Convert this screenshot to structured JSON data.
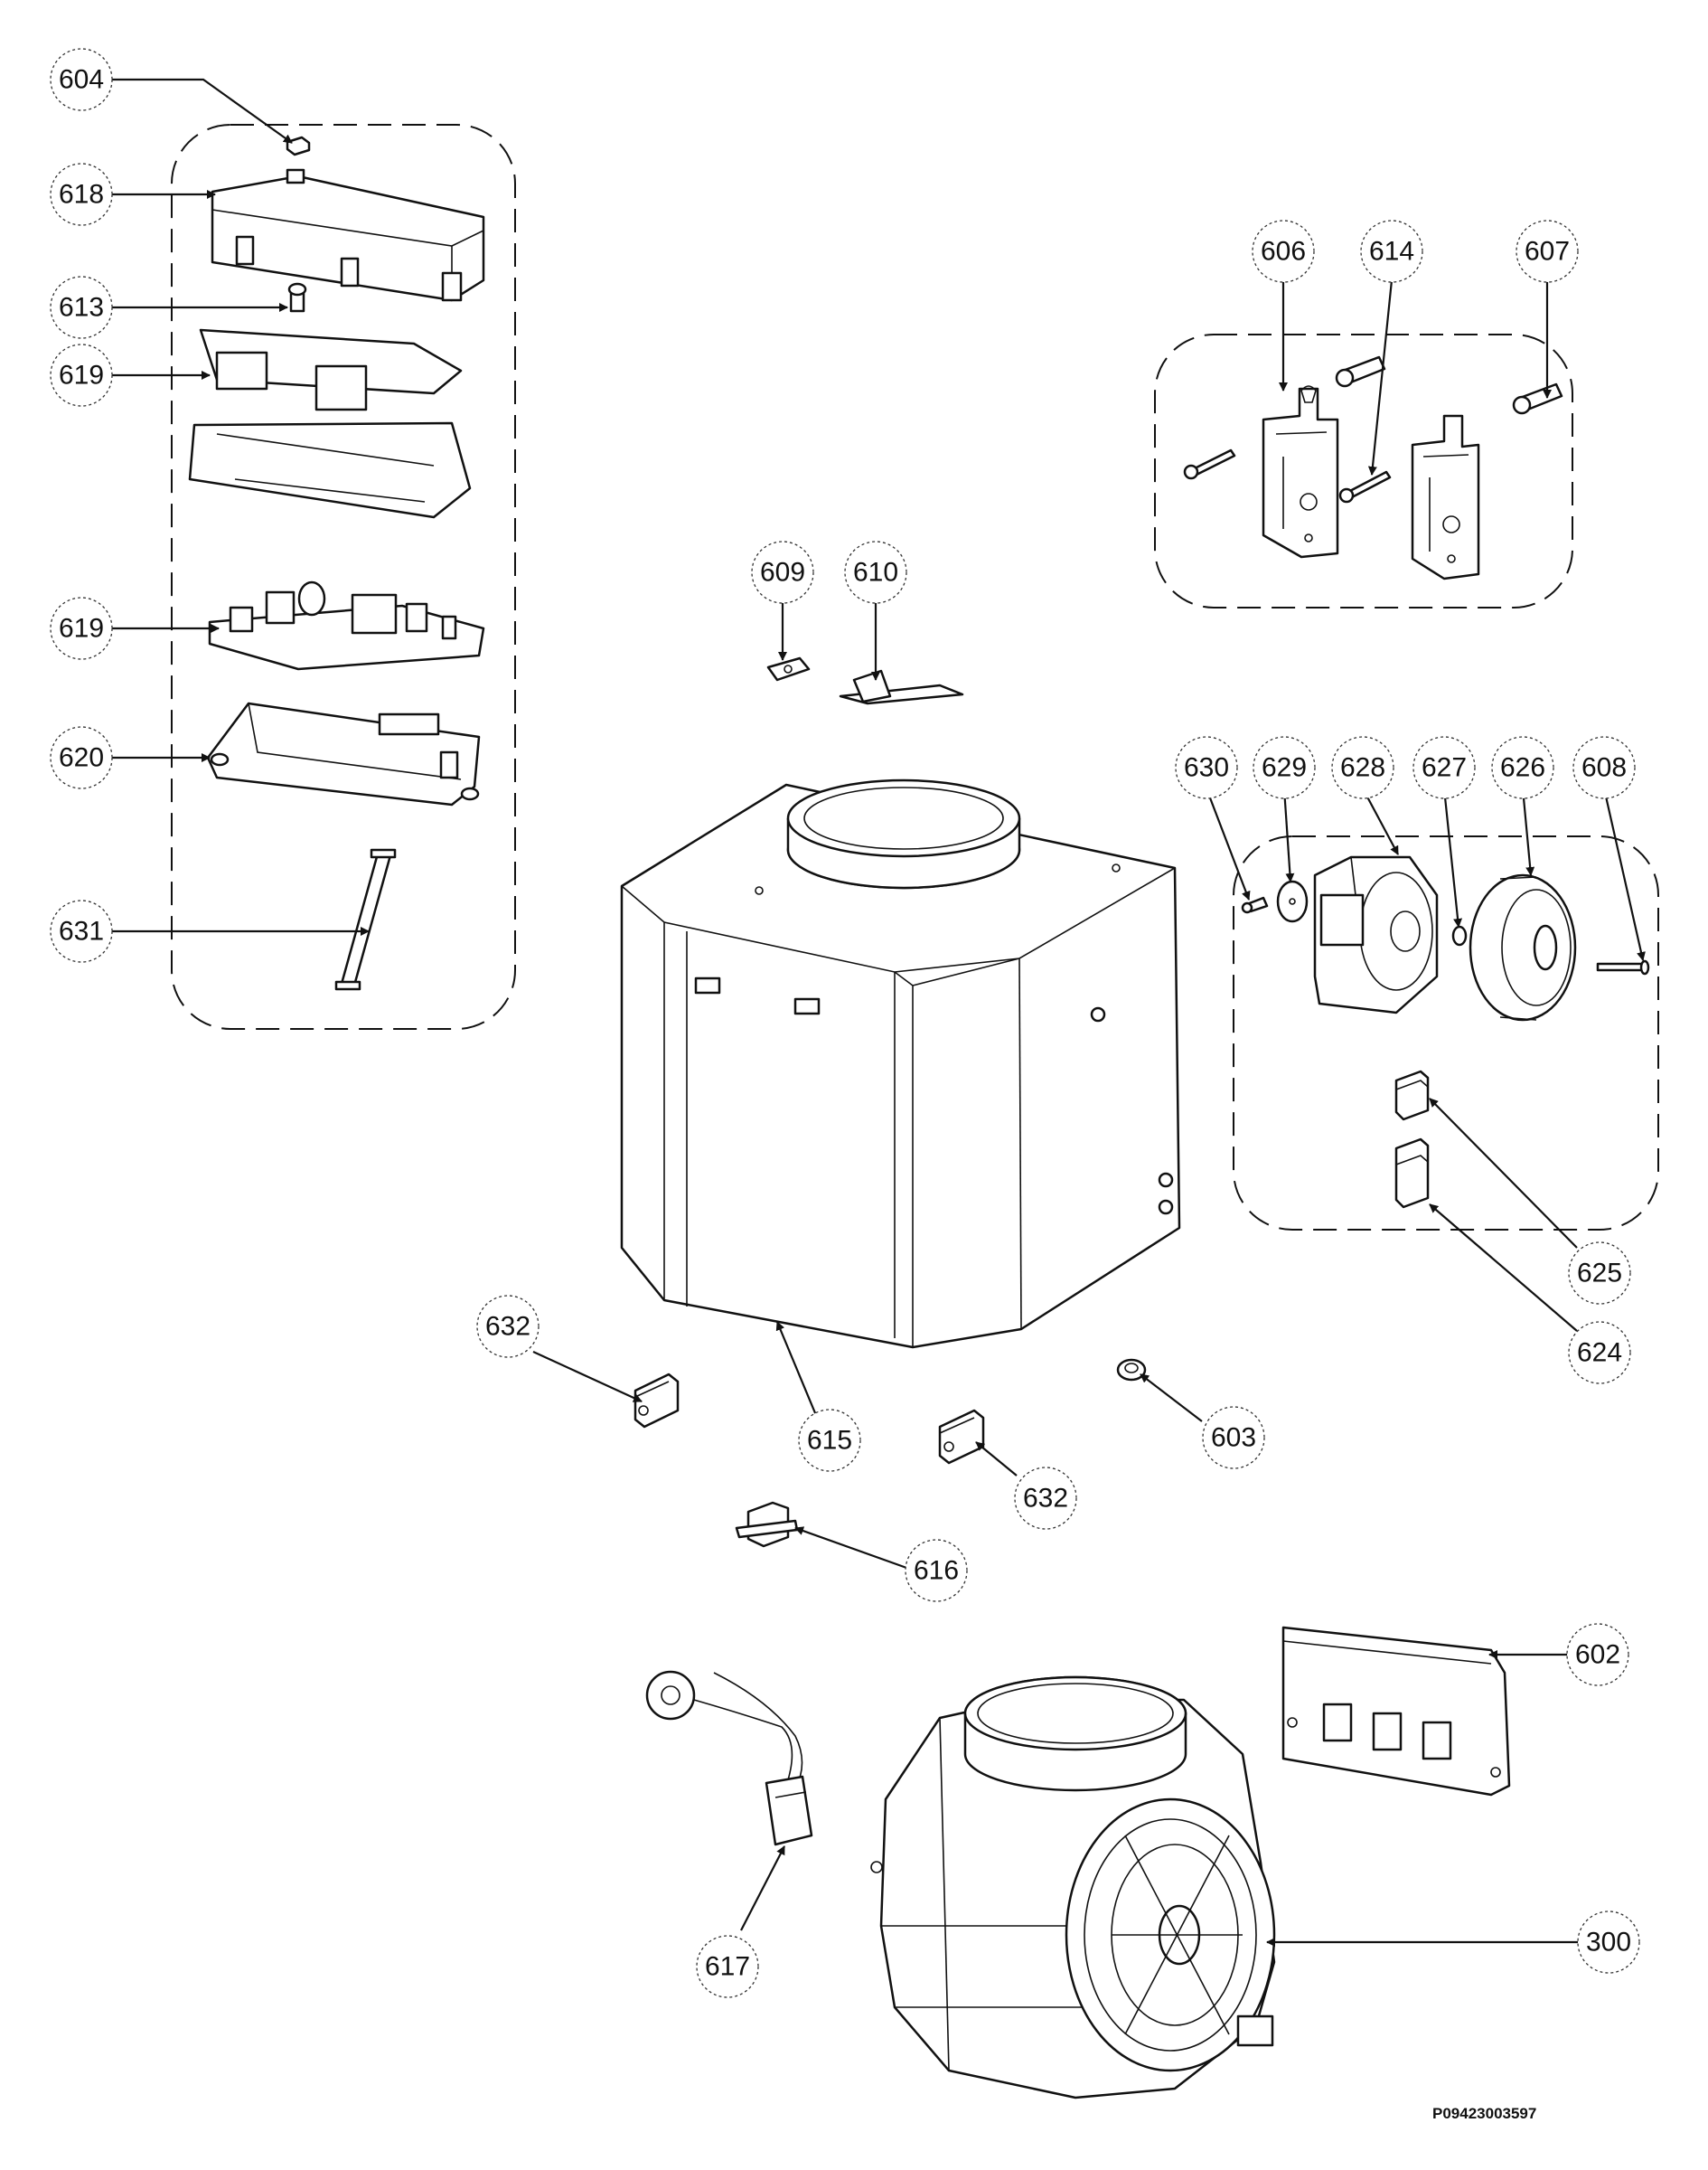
{
  "callouts": {
    "c604": "604",
    "c618": "618",
    "c613": "613",
    "c619a": "619",
    "c619b": "619",
    "c620": "620",
    "c631": "631",
    "c606": "606",
    "c614": "614",
    "c607": "607",
    "c609": "609",
    "c610": "610",
    "c630": "630",
    "c629": "629",
    "c628": "628",
    "c627": "627",
    "c626": "626",
    "c608": "608",
    "c625": "625",
    "c624": "624",
    "c632a": "632",
    "c615": "615",
    "c632b": "632",
    "c603": "603",
    "c616": "616",
    "c602": "602",
    "c617": "617",
    "c300": "300"
  },
  "document_code": "P09423003597"
}
